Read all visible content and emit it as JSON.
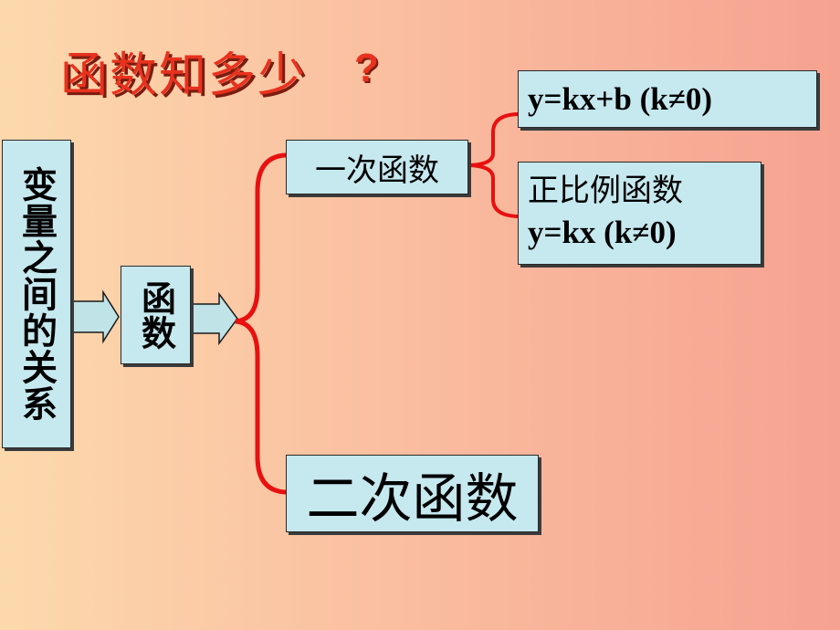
{
  "title": {
    "text": "函数知多少",
    "question_mark": "?"
  },
  "colors": {
    "title": "#e8321e",
    "box_fill": "#c6e8ef",
    "brace": "#e81010"
  },
  "nodes": {
    "root": "变量之间的关系",
    "function": "函数",
    "linear": "一次函数",
    "linear_formula": "y=kx+b (k≠0)",
    "proportional_name": "正比例函数",
    "proportional_formula": "y=kx (k≠0)",
    "quadratic": "二次函数"
  }
}
